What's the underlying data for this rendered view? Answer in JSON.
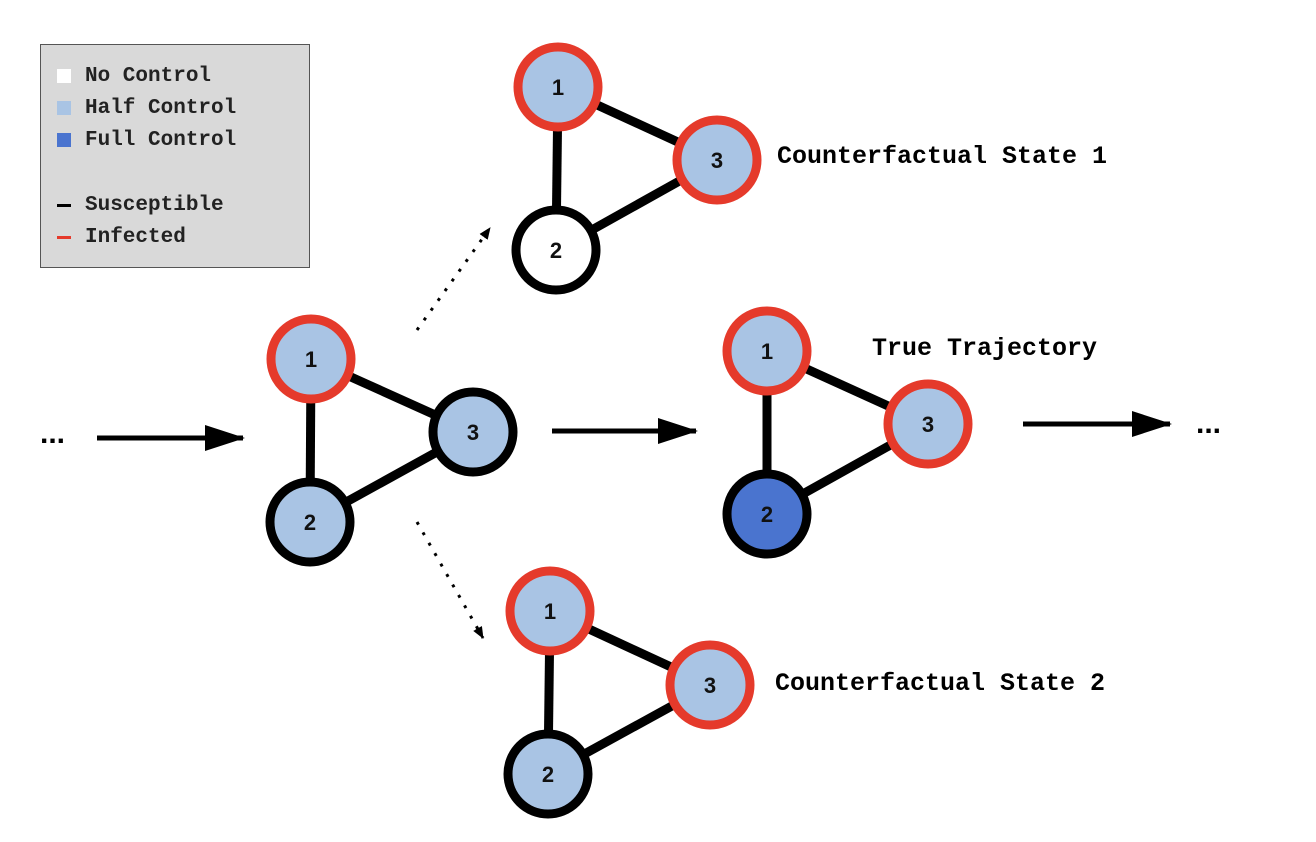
{
  "colors": {
    "no_control": "#ffffff",
    "half_control": "#a9c4e4",
    "full_control": "#4a74cf",
    "susceptible": "#000000",
    "infected": "#e53a2b",
    "edge": "#000000",
    "legend_bg": "#d9d9d9"
  },
  "legend": {
    "control_items": [
      {
        "label": "No Control",
        "color_key": "no_control"
      },
      {
        "label": "Half Control",
        "color_key": "half_control"
      },
      {
        "label": "Full Control",
        "color_key": "full_control"
      }
    ],
    "status_items": [
      {
        "label": "Susceptible",
        "color_key": "susceptible"
      },
      {
        "label": "Infected",
        "color_key": "infected"
      }
    ]
  },
  "ellipsis": "...",
  "graphs": [
    {
      "id": "current",
      "label": "",
      "nodes": [
        {
          "id": "1",
          "control": "half_control",
          "status": "infected"
        },
        {
          "id": "2",
          "control": "half_control",
          "status": "susceptible"
        },
        {
          "id": "3",
          "control": "half_control",
          "status": "susceptible"
        }
      ]
    },
    {
      "id": "counterfactual-1",
      "label": "Counterfactual State 1",
      "nodes": [
        {
          "id": "1",
          "control": "half_control",
          "status": "infected"
        },
        {
          "id": "2",
          "control": "no_control",
          "status": "susceptible"
        },
        {
          "id": "3",
          "control": "half_control",
          "status": "infected"
        }
      ]
    },
    {
      "id": "true-trajectory",
      "label": "True Trajectory",
      "nodes": [
        {
          "id": "1",
          "control": "half_control",
          "status": "infected"
        },
        {
          "id": "2",
          "control": "full_control",
          "status": "susceptible"
        },
        {
          "id": "3",
          "control": "half_control",
          "status": "infected"
        }
      ]
    },
    {
      "id": "counterfactual-2",
      "label": "Counterfactual State 2",
      "nodes": [
        {
          "id": "1",
          "control": "half_control",
          "status": "infected"
        },
        {
          "id": "2",
          "control": "half_control",
          "status": "susceptible"
        },
        {
          "id": "3",
          "control": "half_control",
          "status": "infected"
        }
      ]
    }
  ],
  "edges": [
    [
      "1",
      "2"
    ],
    [
      "1",
      "3"
    ],
    [
      "2",
      "3"
    ]
  ]
}
